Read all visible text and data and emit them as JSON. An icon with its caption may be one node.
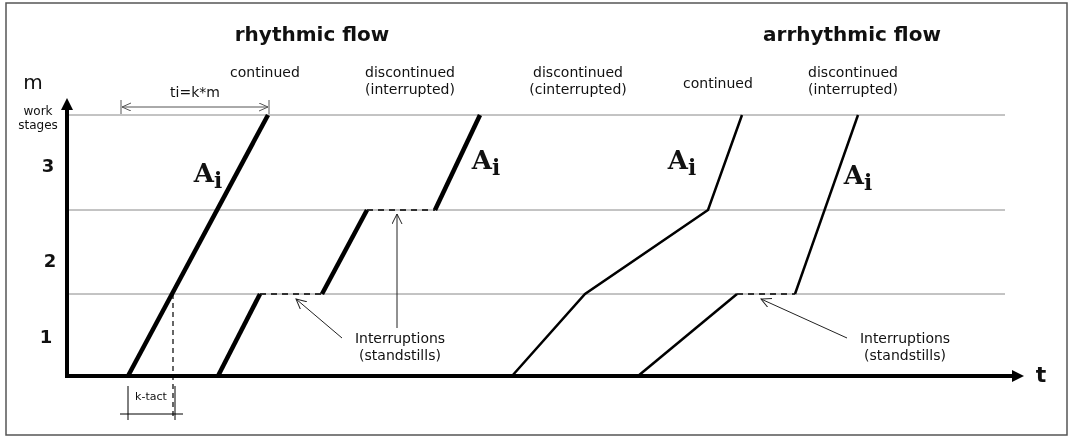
{
  "diagram": {
    "nodes": [
      {
        "text": [
          "Interruptions (standstills)"
        ]
      },
      {
        "text": [
          "Interruptions (standstills)"
        ]
      }
    ],
    "edges": [
      {
        "from": 0,
        "to": null,
        "arrow": "to"
      },
      {
        "from": 0,
        "to": null,
        "arrow": "to"
      },
      {
        "from": 1,
        "to": null,
        "arrow": "to"
      }
    ],
    "labels": [
      "rhythmic flow",
      "arrhythmic flow",
      "m",
      "ti=k*m",
      "continued",
      "discontinued (interrupted)",
      "discontinued (cinterrupted)",
      "continued",
      "discontinued (interrupted)",
      "work stages",
      "3",
      "A$_{i}$",
      "A$_{i}$",
      "A$_{i}$",
      "A$_{i}$",
      "2",
      "1",
      "t",
      "k-tact"
    ]
  }
}
